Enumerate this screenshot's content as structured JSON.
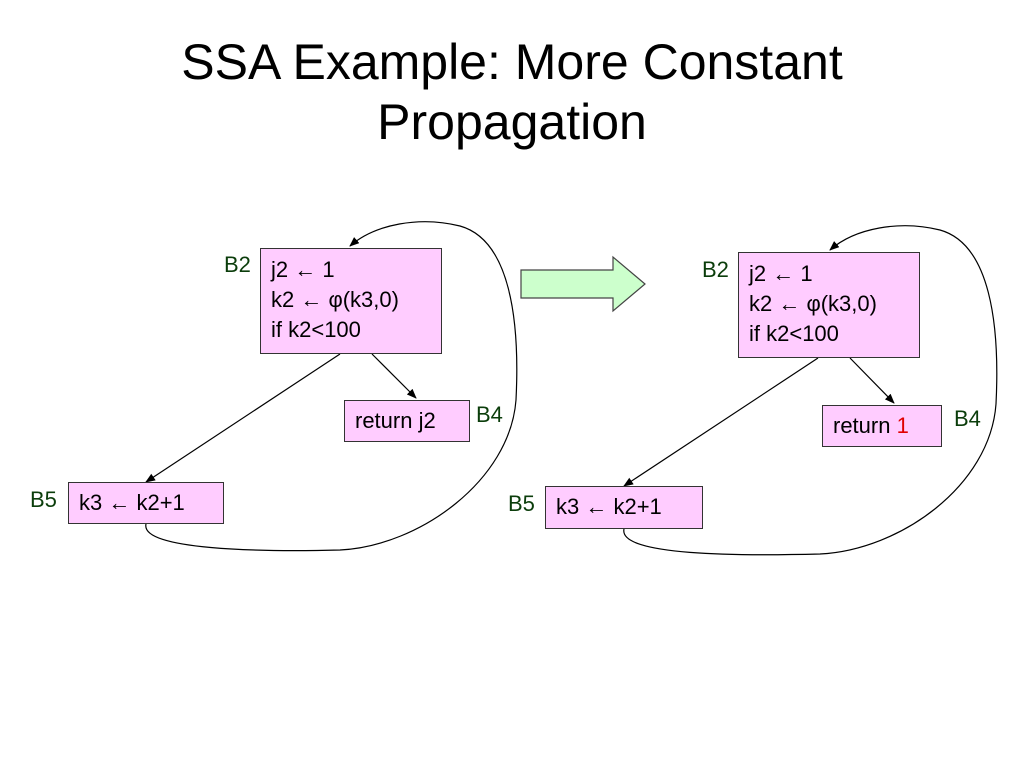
{
  "title": {
    "line1": "SSA Example: More Constant",
    "line2": "Propagation"
  },
  "left": {
    "b2": {
      "label": "B2",
      "line1": "j2 ← 1",
      "line2": "k2 ← φ(k3,0)",
      "line3": "if k2<100"
    },
    "b4": {
      "label": "B4",
      "text": "return j2"
    },
    "b5": {
      "label": "B5",
      "text": "k3 ← k2+1"
    }
  },
  "right": {
    "b2": {
      "label": "B2",
      "line1": "j2 ← 1",
      "line2": "k2 ← φ(k3,0)",
      "line3": "if k2<100"
    },
    "b4": {
      "label": "B4",
      "text_prefix": "return ",
      "text_const": "1"
    },
    "b5": {
      "label": "B5",
      "text": "k3 ← k2+1"
    }
  },
  "colors": {
    "block_fill": "#ffccff",
    "arrow_fill": "#ccffcc",
    "label_text": "#0b3d0b",
    "highlight": "#e00000"
  }
}
